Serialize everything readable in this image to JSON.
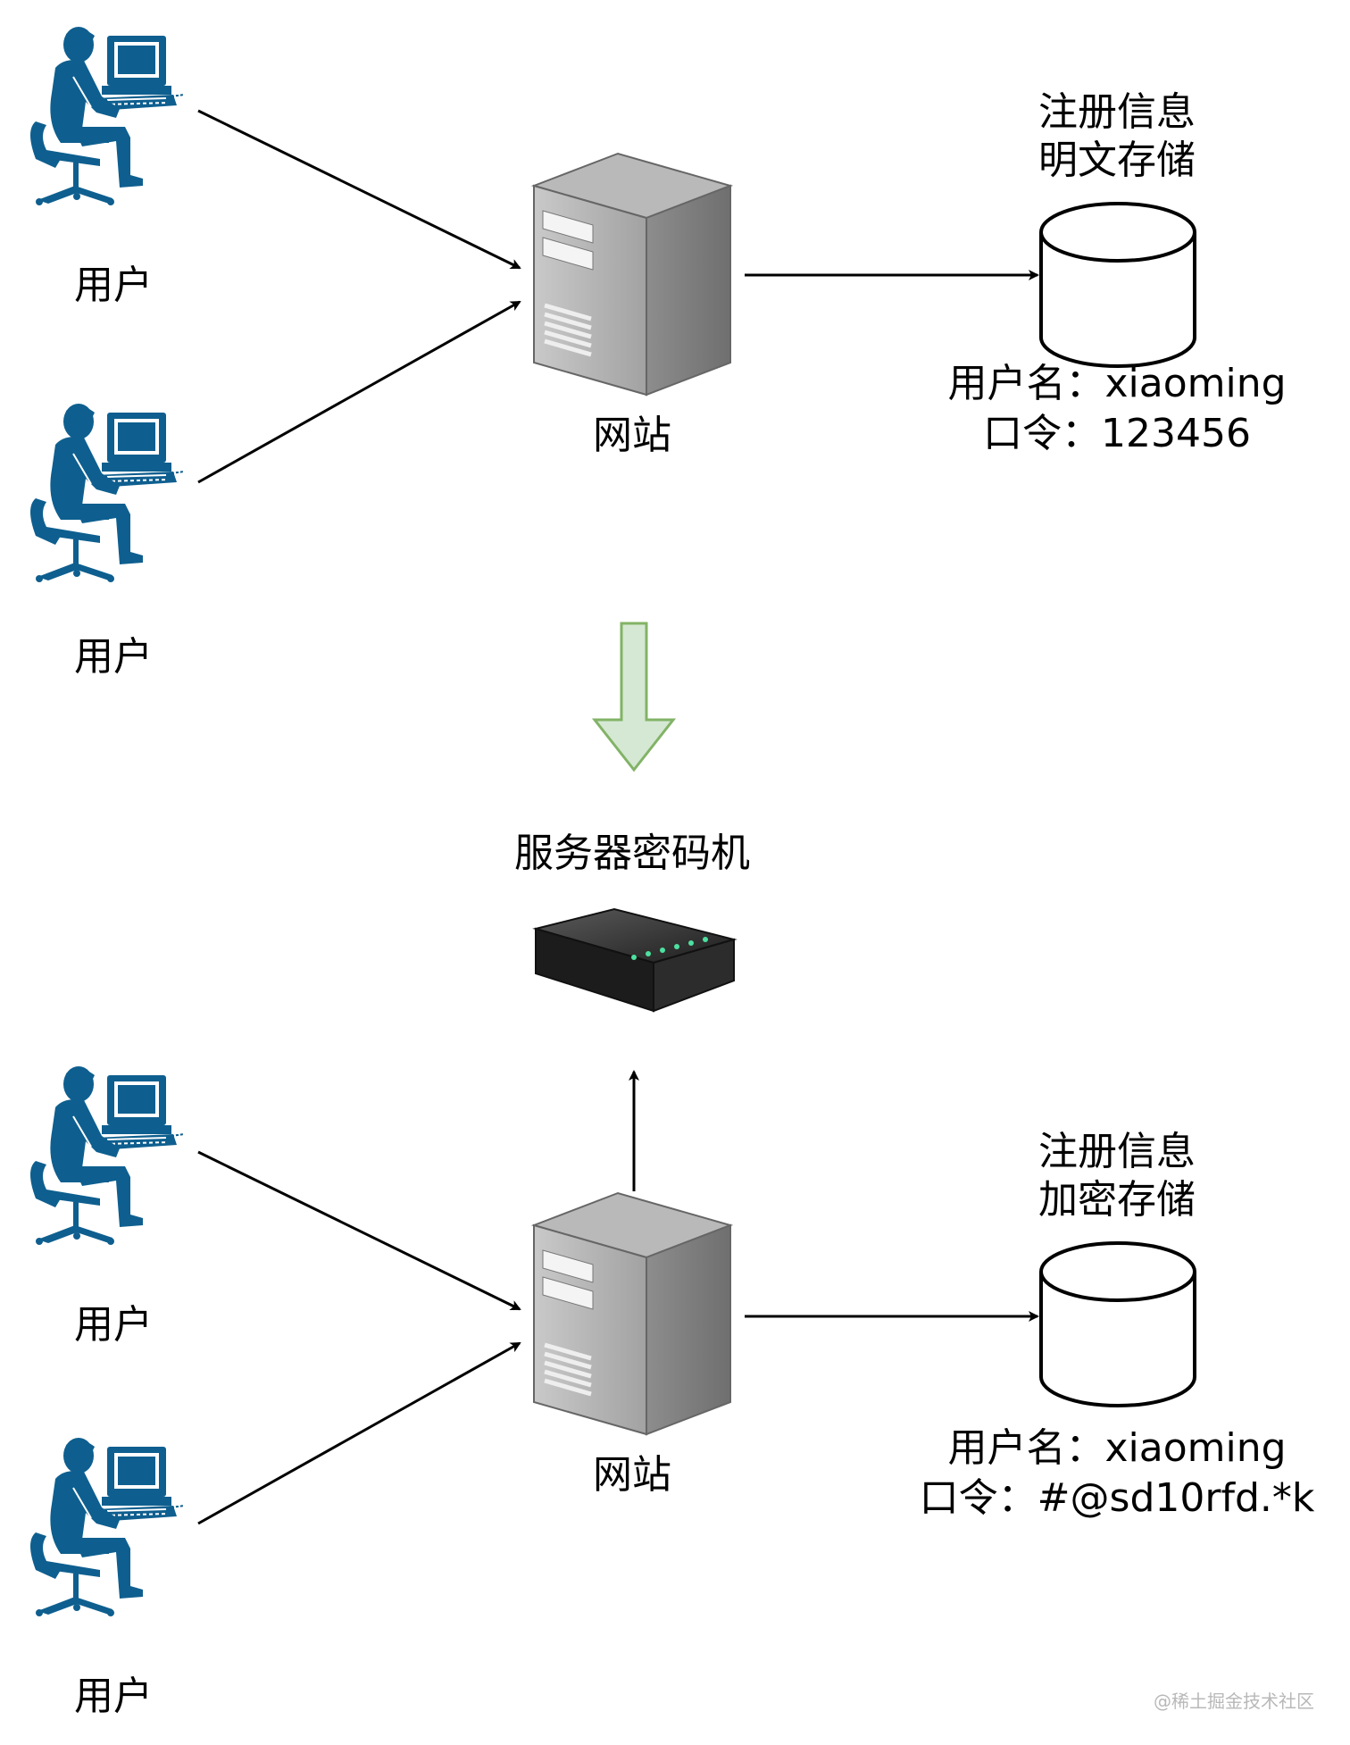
{
  "top": {
    "user1_label": "用户",
    "user2_label": "用户",
    "website_label": "网站",
    "db_title_line1": "注册信息",
    "db_title_line2": "明文存储",
    "record_username": "用户名：xiaoming",
    "record_password": "口令：123456"
  },
  "middle": {
    "hsm_label": "服务器密码机"
  },
  "bottom": {
    "user1_label": "用户",
    "user2_label": "用户",
    "website_label": "网站",
    "db_title_line1": "注册信息",
    "db_title_line2": "加密存储",
    "record_username": "用户名：xiaoming",
    "record_password": "口令：#@sd10rfd.*k"
  },
  "watermark": "@稀土掘金技术社区",
  "colors": {
    "user_icon": "#0e5f8f",
    "server_body": "#a9a9a9",
    "down_arrow_fill": "#d5e8d4",
    "down_arrow_stroke": "#82b366",
    "hsm_body": "#2a2a2a"
  }
}
